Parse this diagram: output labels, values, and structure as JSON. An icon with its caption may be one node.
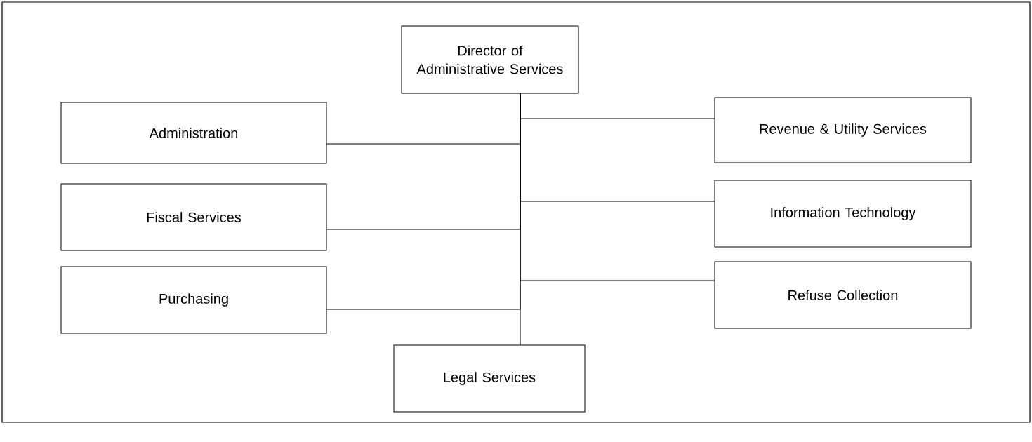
{
  "diagram": {
    "nodes": [
      {
        "text": [
          "Director of Administrative Services"
        ]
      },
      {
        "text": [
          "Administration"
        ]
      },
      {
        "text": [
          "Fiscal Services"
        ]
      },
      {
        "text": [
          "Purchasing"
        ]
      },
      {
        "text": [
          "Revenue & Utility Services"
        ]
      },
      {
        "text": [
          "Information Technology"
        ]
      },
      {
        "text": [
          "Refuse Collection"
        ]
      },
      {
        "text": [
          "Legal Services"
        ]
      }
    ],
    "edges": [
      {
        "from": 0,
        "to": 1,
        "arrow": "none"
      },
      {
        "from": 0,
        "to": 2,
        "arrow": "none"
      },
      {
        "from": 0,
        "to": 3,
        "arrow": "none"
      },
      {
        "from": 0,
        "to": 4,
        "arrow": "none"
      },
      {
        "from": 0,
        "to": 5,
        "arrow": "none"
      },
      {
        "from": 0,
        "to": 6,
        "arrow": "none"
      },
      {
        "from": 0,
        "to": 7,
        "arrow": "none"
      }
    ]
  }
}
